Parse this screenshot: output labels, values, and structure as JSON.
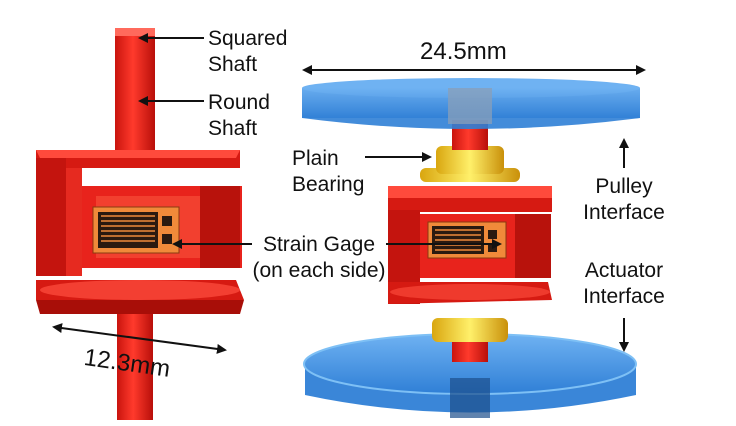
{
  "labels": {
    "squared_shaft": [
      "Squared",
      "Shaft"
    ],
    "round_shaft": [
      "Round",
      "Shaft"
    ],
    "plain_bearing": [
      "Plain",
      "Bearing"
    ],
    "strain_gage": [
      "Strain Gage",
      "(on each side)"
    ],
    "pulley_interface": [
      "Pulley",
      "Interface"
    ],
    "actuator_interface": [
      "Actuator",
      "Interface"
    ]
  },
  "dimensions": {
    "left_width": "12.3mm",
    "right_diameter": "24.5mm"
  },
  "colors": {
    "red_part": "#e8231c",
    "red_dark": "#b3100c",
    "blue_part": "#3f8fe0",
    "blue_dark": "#1f63b8",
    "bearing_yellow": "#f2d21a",
    "gage_orange": "#f08a3a",
    "label_text": "#111111"
  }
}
